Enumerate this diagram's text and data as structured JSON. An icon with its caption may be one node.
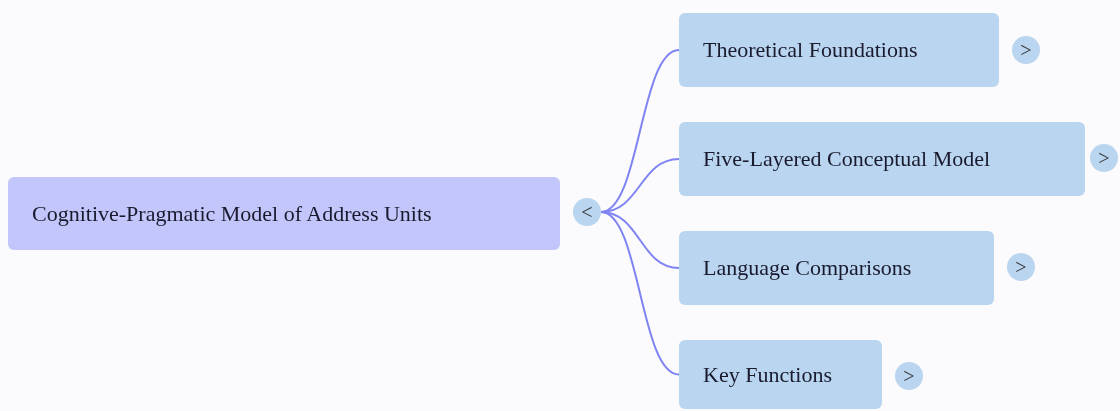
{
  "diagram": {
    "nodes": [
      {
        "text": [
          "Cognitive-Pragmatic Model of Address Units"
        ]
      },
      {
        "text": [
          "<"
        ]
      },
      {
        "text": [
          "Theoretical Foundations"
        ]
      },
      {
        "text": [
          "Five-Layered Conceptual Model"
        ]
      },
      {
        "text": [
          "Language Comparisons"
        ]
      },
      {
        "text": [
          "Key Functions"
        ]
      },
      {
        "text": [
          ">"
        ]
      },
      {
        "text": [
          ">"
        ]
      },
      {
        "text": [
          ">"
        ]
      },
      {
        "text": [
          ">"
        ]
      }
    ],
    "edges": [
      {
        "from": 1,
        "to": 2,
        "arrow": "none"
      },
      {
        "from": 1,
        "to": 3,
        "arrow": "none"
      },
      {
        "from": 1,
        "to": 4,
        "arrow": "none"
      },
      {
        "from": 1,
        "to": 5,
        "arrow": "none"
      }
    ]
  }
}
